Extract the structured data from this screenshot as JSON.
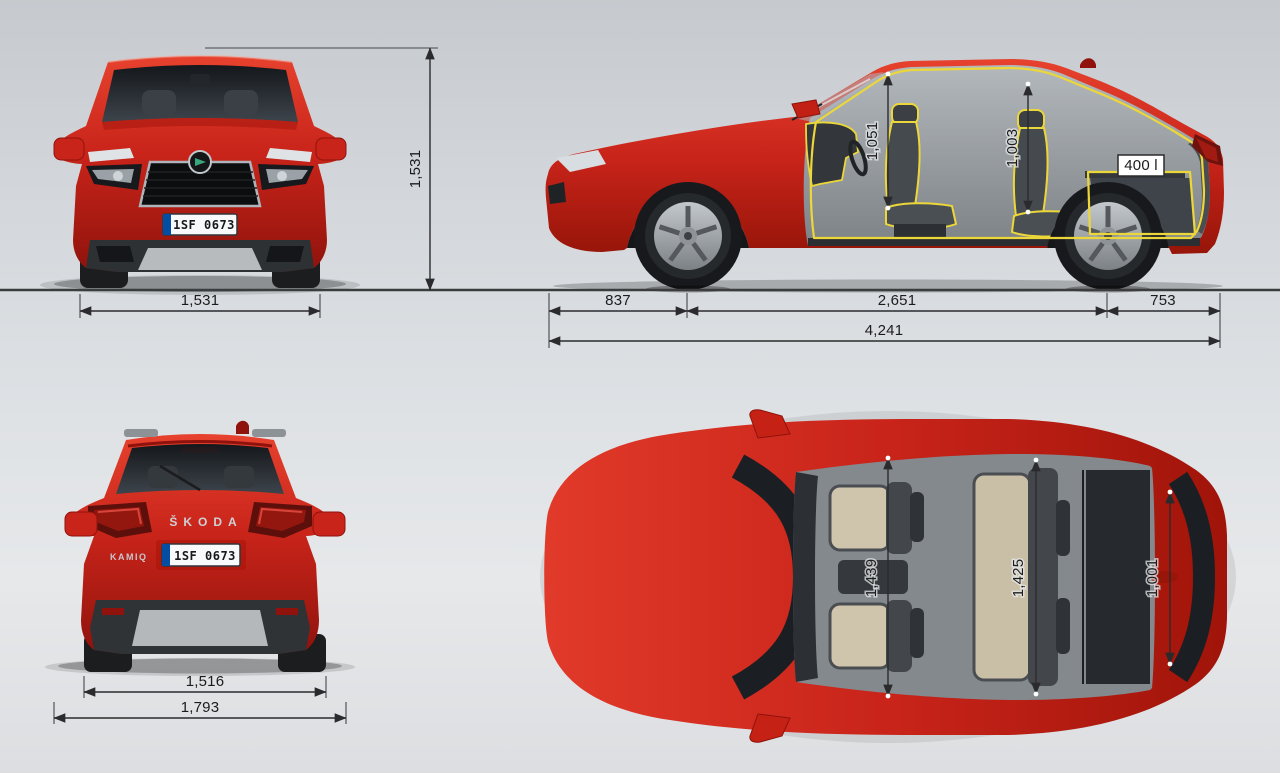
{
  "colors": {
    "car_red": "#c9241a",
    "dimension_line": "#2b2b2d",
    "highlight_yellow": "#ecd73a",
    "ground_line": "#3a3c3e"
  },
  "front_view": {
    "label_width": "1,531",
    "label_height": "1,531",
    "license_plate": "1SF 0673"
  },
  "side_view": {
    "label_front_headroom": "1,051",
    "label_rear_headroom": "1,003",
    "label_boot_volume": "400 l",
    "label_front_overhang": "837",
    "label_wheelbase": "2,651",
    "label_rear_overhang": "753",
    "label_overall_length": "4,241"
  },
  "rear_view": {
    "label_track": "1,516",
    "label_overall_width": "1,793",
    "license_plate": "1SF 0673",
    "badge_model": "KAMIQ",
    "badge_brand": "ŠKODA"
  },
  "top_view": {
    "label_front_interior_width": "1,439",
    "label_rear_interior_width": "1,425",
    "label_boot_width": "1,001"
  }
}
